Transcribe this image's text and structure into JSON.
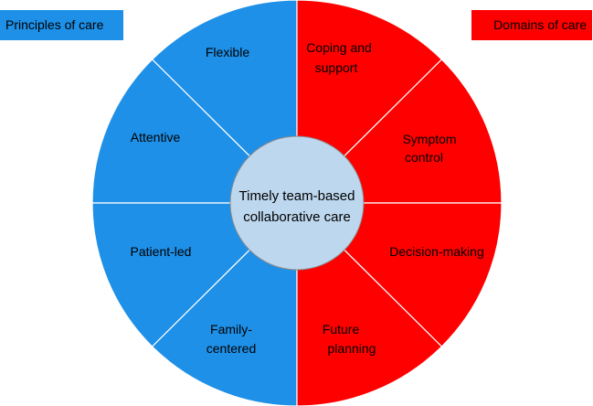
{
  "legend": {
    "principles": "Principles of care",
    "domains": "Domains of care"
  },
  "center": {
    "line1": "Timely team-based",
    "line2": "collaborative care"
  },
  "principles": [
    {
      "line1": "Flexible",
      "line2": ""
    },
    {
      "line1": "Attentive",
      "line2": ""
    },
    {
      "line1": "Patient-led",
      "line2": ""
    },
    {
      "line1": "Family-",
      "line2": "centered"
    }
  ],
  "domains": [
    {
      "line1": "Coping and",
      "line2": "support"
    },
    {
      "line1": "Symptom",
      "line2": "control"
    },
    {
      "line1": "Decision-making",
      "line2": ""
    },
    {
      "line1": "Future",
      "line2": "planning"
    }
  ],
  "colors": {
    "principles": "#1E90E8",
    "domains": "#FF0000",
    "center": "#BDD7EE",
    "divider": "#FFFFFF"
  }
}
